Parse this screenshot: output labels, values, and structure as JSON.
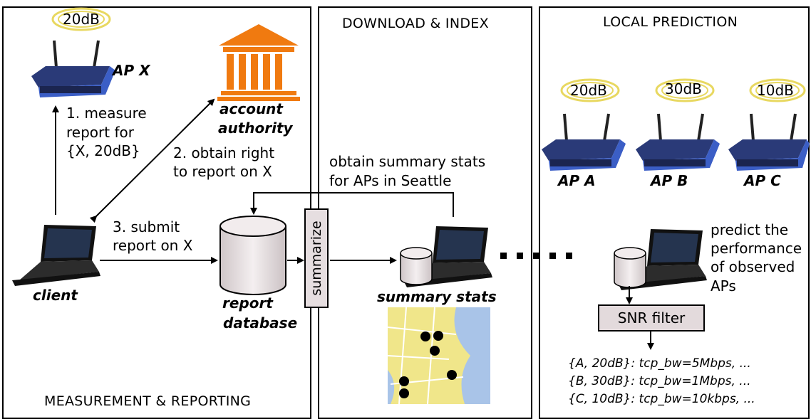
{
  "panels": {
    "measurement": "MEASUREMENT & REPORTING",
    "download": "DOWNLOAD & INDEX",
    "local": "LOCAL PREDICTION"
  },
  "ap_x": {
    "signal": "20dB",
    "label": "AP X"
  },
  "authority": {
    "line1": "account",
    "line2": "authority"
  },
  "steps": {
    "s1": [
      "1. measure",
      "report for",
      "{X, 20dB}"
    ],
    "s2": [
      "2. obtain right",
      "to report on X"
    ],
    "s3": [
      "3. submit",
      "report on X"
    ]
  },
  "client": {
    "label": "client"
  },
  "database": {
    "line1": "report",
    "line2": "database"
  },
  "summarize": {
    "label": "summarize"
  },
  "download": {
    "obtain": [
      "obtain summary stats",
      "for APs in Seattle"
    ],
    "stats_label": "summary stats"
  },
  "local": {
    "aps": [
      {
        "signal": "20dB",
        "label": "AP A"
      },
      {
        "signal": "30dB",
        "label": "AP B"
      },
      {
        "signal": "10dB",
        "label": "AP C"
      }
    ],
    "predict": [
      "predict the",
      "performance",
      "of observed",
      "APs"
    ],
    "filter": "SNR filter",
    "results": [
      "{A, 20dB}: tcp_bw=5Mbps, ...",
      "{B, 30dB}: tcp_bw=1Mbps, ...",
      "{C, 10dB}: tcp_bw=10kbps, ..."
    ]
  },
  "colors": {
    "router": "#3b5ec6",
    "authority": "#f07a10",
    "signal": "#e8d860",
    "box_fill": "#e3dadc",
    "map_land": "#f0e68a",
    "map_water": "#a9c4e8"
  },
  "icons": [
    "wifi-router-icon",
    "bank-building-icon",
    "laptop-icon",
    "database-cylinder-icon",
    "map-icon"
  ]
}
